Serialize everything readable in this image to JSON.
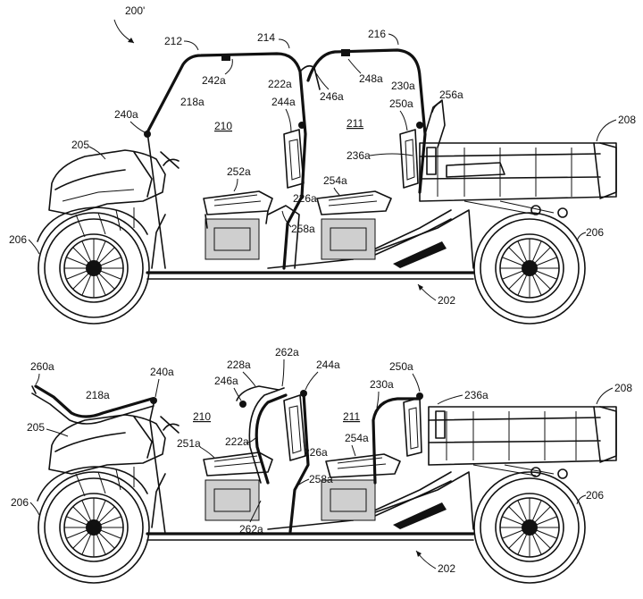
{
  "figure": {
    "figure_ref": "200'",
    "labels_top": [
      {
        "id": "l-212",
        "text": "212"
      },
      {
        "id": "l-214",
        "text": "214"
      },
      {
        "id": "l-216",
        "text": "216"
      },
      {
        "id": "l-242a",
        "text": "242a"
      },
      {
        "id": "l-222a",
        "text": "222a"
      },
      {
        "id": "l-246a",
        "text": "246a"
      },
      {
        "id": "l-248a",
        "text": "248a"
      },
      {
        "id": "l-230a",
        "text": "230a"
      },
      {
        "id": "l-256a",
        "text": "256a"
      },
      {
        "id": "l-218a",
        "text": "218a"
      },
      {
        "id": "l-244a",
        "text": "244a"
      },
      {
        "id": "l-250a",
        "text": "250a"
      },
      {
        "id": "l-240a",
        "text": "240a"
      },
      {
        "id": "l-210",
        "text": "210"
      },
      {
        "id": "l-211",
        "text": "211"
      },
      {
        "id": "l-208",
        "text": "208"
      },
      {
        "id": "l-205",
        "text": "205"
      },
      {
        "id": "l-236a",
        "text": "236a"
      },
      {
        "id": "l-252a",
        "text": "252a"
      },
      {
        "id": "l-254a",
        "text": "254a"
      },
      {
        "id": "l-226a",
        "text": "226a"
      },
      {
        "id": "l-258a",
        "text": "258a"
      },
      {
        "id": "l-206l",
        "text": "206"
      },
      {
        "id": "l-206r",
        "text": "206"
      },
      {
        "id": "l-202",
        "text": "202"
      }
    ],
    "labels_bottom": [
      {
        "id": "b-260a",
        "text": "260a"
      },
      {
        "id": "b-240a",
        "text": "240a"
      },
      {
        "id": "b-262a",
        "text": "262a"
      },
      {
        "id": "b-228a",
        "text": "228a"
      },
      {
        "id": "b-244a",
        "text": "244a"
      },
      {
        "id": "b-250a",
        "text": "250a"
      },
      {
        "id": "b-246a",
        "text": "246a"
      },
      {
        "id": "b-218a",
        "text": "218a"
      },
      {
        "id": "b-230a",
        "text": "230a"
      },
      {
        "id": "b-236a",
        "text": "236a"
      },
      {
        "id": "b-208",
        "text": "208"
      },
      {
        "id": "b-210",
        "text": "210"
      },
      {
        "id": "b-211",
        "text": "211"
      },
      {
        "id": "b-205",
        "text": "205"
      },
      {
        "id": "b-251a",
        "text": "251a"
      },
      {
        "id": "b-222a",
        "text": "222a"
      },
      {
        "id": "b-226a",
        "text": "226a"
      },
      {
        "id": "b-254a",
        "text": "254a"
      },
      {
        "id": "b-258a",
        "text": "258a"
      },
      {
        "id": "b-262b",
        "text": "262a"
      },
      {
        "id": "b-206l",
        "text": "206"
      },
      {
        "id": "b-206r",
        "text": "206"
      },
      {
        "id": "b-202",
        "text": "202"
      }
    ]
  }
}
